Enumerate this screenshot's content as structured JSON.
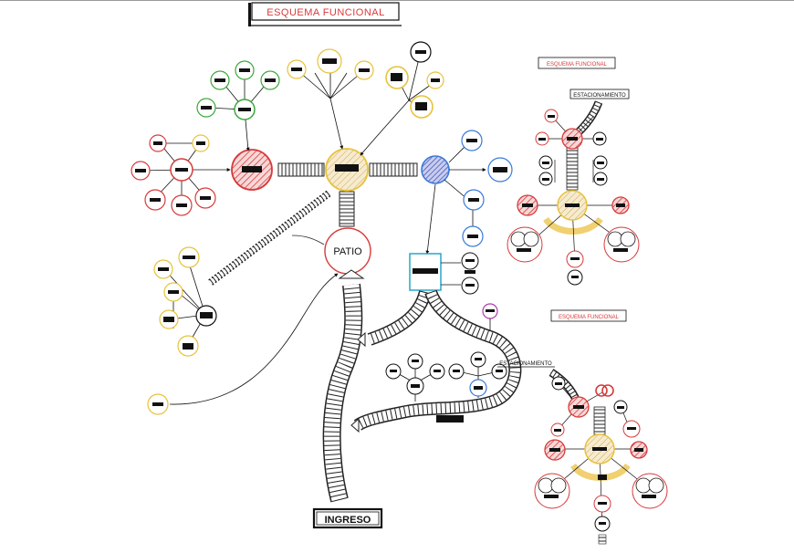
{
  "main_title": "ESQUEMA FUNCIONAL",
  "patio_label": "PATIO",
  "ingreso_label": "INGRESO",
  "right_top": {
    "title": "ESQUEMA FUNCIONAL",
    "parking_label": "ESTACIONAMIENTO"
  },
  "right_bottom": {
    "title": "ESQUEMA FUNCIONAL"
  },
  "center_parking_label": "ESTACIONAMIENTO",
  "colors": {
    "red": "#d83a3a",
    "yellow": "#e8c23a",
    "green": "#3aa83a",
    "blue": "#3a7ad8",
    "purple": "#b03ab0",
    "cyan": "#1aa0c8",
    "tan": "#f5e6c8",
    "hatch_red": "#f2c4c4",
    "hatch_blue": "#9aa4d8",
    "ink": "#111111"
  }
}
